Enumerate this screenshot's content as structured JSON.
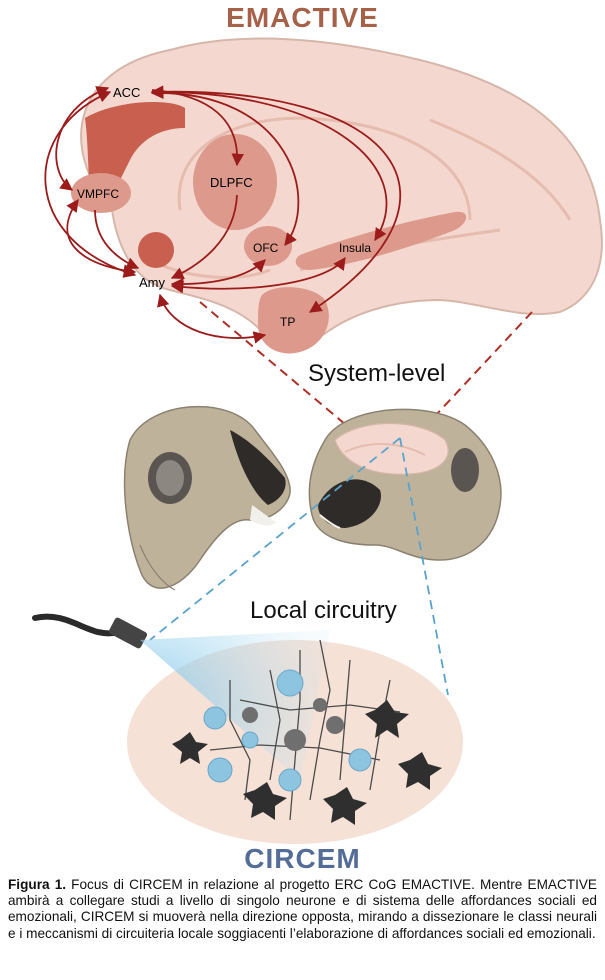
{
  "titles": {
    "top": "EMACTIVE",
    "bottom": "CIRCEM"
  },
  "colors": {
    "emactive_title": "#a66149",
    "circem_title": "#546d98",
    "arrow": "#9c1b1b",
    "brain_fill": "#f4d8cf",
    "region_fill": "#dd9a8c",
    "cingulate": "#c9604f",
    "dashed_red": "#b02f25",
    "dashed_blue": "#5aa3cc",
    "circuit_bg": "#f5e1d6"
  },
  "regions": {
    "acc": "ACC",
    "vmpfc": "VMPFC",
    "dlpfc": "DLPFC",
    "ofc": "OFC",
    "insula": "Insula",
    "amy": "Amy",
    "tp": "TP"
  },
  "levels": {
    "system": "System-level",
    "local": "Local circuitry"
  },
  "caption": {
    "label": "Figura 1.",
    "text": " Focus di CIRCEM in relazione al progetto ERC CoG EMACTIVE. Mentre EMACTIVE ambirà a collegare studi a livello di singolo neurone e di sistema delle affordances sociali ed emozionali, CIRCEM si muoverà nella direzione opposta, mirando a dissezionare le classi neurali e i meccanismi di circuiteria locale soggiacenti l’elaborazione di affordances sociali ed emozionali."
  }
}
